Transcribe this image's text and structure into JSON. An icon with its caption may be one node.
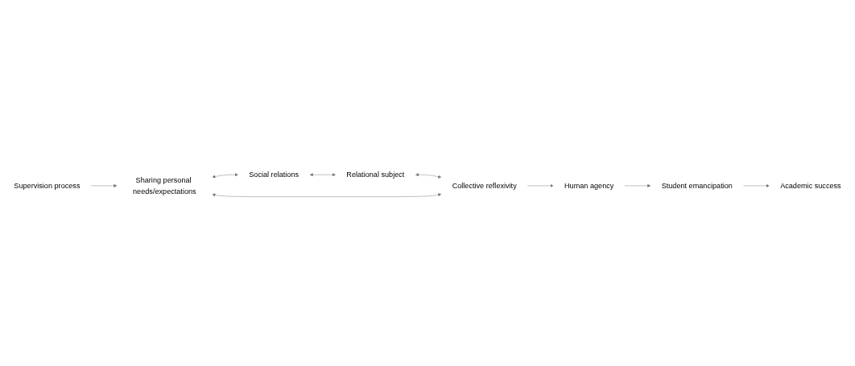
{
  "diagram": {
    "nodes": [
      {
        "text": [
          "Supervision process"
        ]
      },
      {
        "text": [
          "Social relations"
        ]
      },
      {
        "text": [
          "Academic success"
        ]
      },
      {
        "text": [
          "Sharing personal needs/expectations"
        ]
      },
      {
        "text": [
          "Relational subject"
        ]
      },
      {
        "text": [
          "Student emancipation"
        ]
      },
      {
        "text": [
          "Collective reflexivity"
        ]
      },
      {
        "text": [
          "Human agency"
        ]
      }
    ],
    "edges": [
      {
        "from": 0,
        "to": 3,
        "arrow": "to"
      },
      {
        "from": 3,
        "to": 1,
        "arrow": "both"
      },
      {
        "from": 1,
        "to": 4,
        "arrow": "both"
      },
      {
        "from": 4,
        "to": 6,
        "arrow": "both"
      },
      {
        "from": 3,
        "to": 6,
        "arrow": "both"
      },
      {
        "from": 6,
        "to": 7,
        "arrow": "to"
      },
      {
        "from": 7,
        "to": 5,
        "arrow": "to"
      },
      {
        "from": 5,
        "to": 2,
        "arrow": "to"
      }
    ]
  }
}
